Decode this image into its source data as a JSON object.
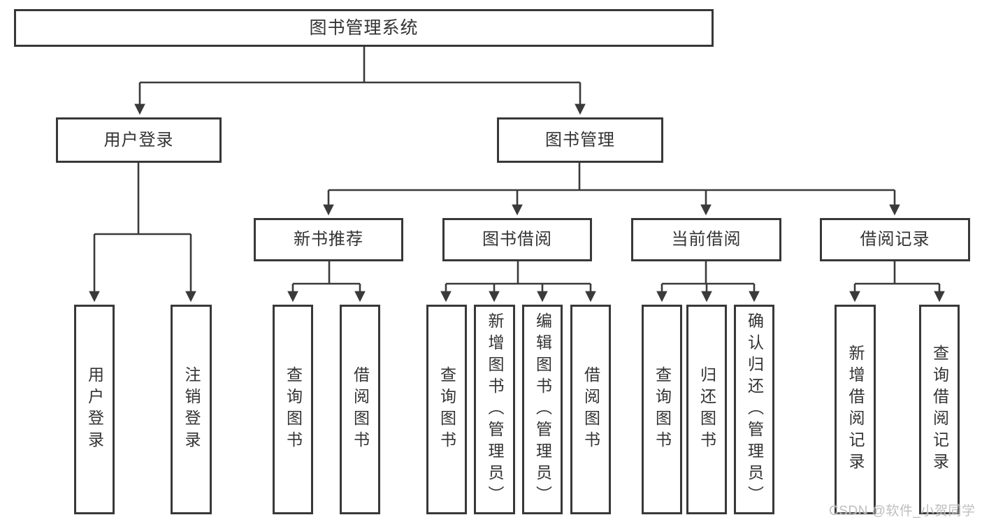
{
  "diagram_type": "hierarchy-tree",
  "tree": {
    "label": "图书管理系统",
    "children": [
      {
        "label": "用户登录",
        "children": [
          {
            "label": "用户登录"
          },
          {
            "label": "注销登录"
          }
        ]
      },
      {
        "label": "图书管理",
        "children": [
          {
            "label": "新书推荐",
            "children": [
              {
                "label": "查询图书"
              },
              {
                "label": "借阅图书"
              }
            ]
          },
          {
            "label": "图书借阅",
            "children": [
              {
                "label": "查询图书"
              },
              {
                "label": "新增图书（管理员）"
              },
              {
                "label": "编辑图书（管理员）"
              },
              {
                "label": "借阅图书"
              }
            ]
          },
          {
            "label": "当前借阅",
            "children": [
              {
                "label": "查询图书"
              },
              {
                "label": "归还图书"
              },
              {
                "label": "确认归还（管理员）"
              }
            ]
          },
          {
            "label": "借阅记录",
            "children": [
              {
                "label": "新增借阅记录"
              },
              {
                "label": "查询借阅记录"
              }
            ]
          }
        ]
      }
    ]
  },
  "watermark": "CSDN @软件_小贺同学",
  "colors": {
    "line": "#3a3a3a",
    "box_border": "#383838",
    "text": "#333333",
    "watermark": "#b9b9b9",
    "background": "#ffffff"
  }
}
